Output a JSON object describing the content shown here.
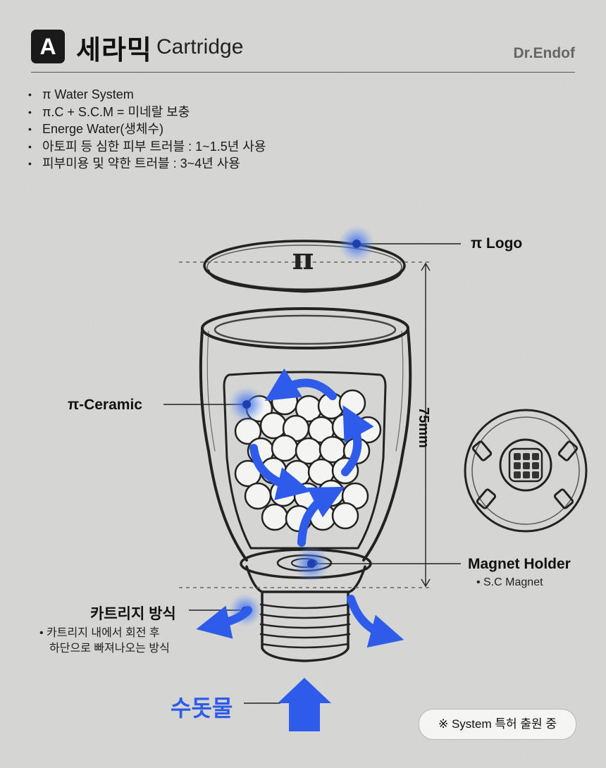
{
  "header": {
    "badge": "A",
    "title_ko": "세라믹",
    "title_en": "Cartridge",
    "brand": "Dr.Endof"
  },
  "specs": [
    "π Water System",
    "π.C + S.C.M = 미네랄 보충",
    "Energe Water(생체수)",
    "아토피 등 심한 피부 트러블 : 1~1.5년 사용",
    "피부미용 및 약한 트러블 : 3~4년 사용"
  ],
  "callouts": {
    "logo": "π Logo",
    "ceramic": "π-Ceramic",
    "magnet_holder": "Magnet Holder",
    "magnet_sub": "S.C Magnet",
    "cartridge_method": "카트리지 방식",
    "cartridge_desc_1": "카트리지 내에서 회전 후",
    "cartridge_desc_2": "하단으로 빠져나오는 방식",
    "tap_water": "수돗물"
  },
  "cap_logo": "π",
  "dimension": "75mm",
  "note": "※ System 특허 출원 중",
  "colors": {
    "accent_blue": "#2e5bea",
    "background": "#dcdcda",
    "sketch": "#222222"
  }
}
